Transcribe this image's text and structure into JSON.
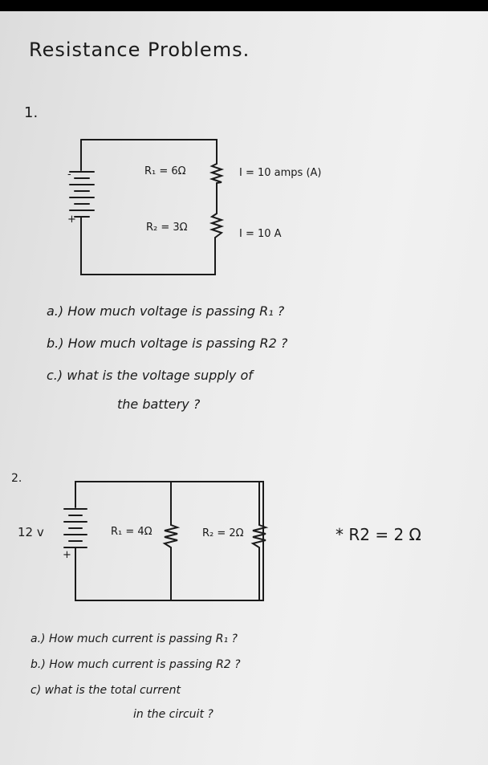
{
  "title": "Resistance Problems.",
  "problem1": {
    "number": "1.",
    "battery_top_sign": "-",
    "battery_bottom_sign": "+",
    "r1_label": "R₁ = 6Ω",
    "r1_current": "I = 10 amps (A)",
    "r2_label": "R₂ = 3Ω",
    "r2_current": "I = 10 A",
    "questions": [
      "a.) How much voltage is passing R₁ ?",
      "b.) How much voltage is passing R2 ?",
      "c.) what is the voltage supply of",
      "the battery ?"
    ]
  },
  "problem2": {
    "number": "2.",
    "battery_voltage": "12 v",
    "battery_bottom_sign": "+",
    "r1_label": "R₁ = 4Ω",
    "r2_label": "R₂ = 2Ω",
    "note": "* R2 = 2 Ω",
    "questions": [
      "a.) How much current is passing R₁ ?",
      "b.) How much current is passing R2 ?",
      "c) what is the total current",
      "in the circuit ?"
    ]
  },
  "colors": {
    "ink": "#1a1a1a",
    "paper": "#ececec",
    "background": "#000000"
  }
}
